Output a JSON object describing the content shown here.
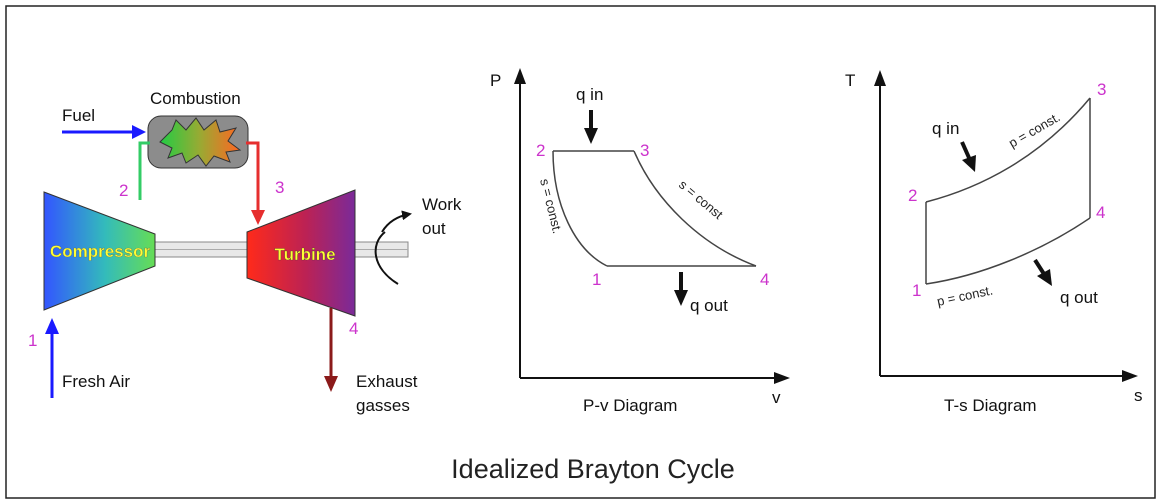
{
  "title": "Idealized Brayton Cycle",
  "engine": {
    "fuel": "Fuel",
    "combustion": "Combustion",
    "compressor": "Compressor",
    "turbine": "Turbine",
    "work_out_line1": "Work",
    "work_out_line2": "out",
    "fresh_air": "Fresh Air",
    "exhaust_line1": "Exhaust",
    "exhaust_line2": "gasses",
    "state_labels": [
      "1",
      "2",
      "3",
      "4"
    ]
  },
  "pv_diagram": {
    "caption": "P-v Diagram",
    "y_axis": "P",
    "x_axis": "v",
    "q_in": "q in",
    "q_out": "q out",
    "compression_label": "s = const.",
    "expansion_label": "s = const",
    "state_labels": [
      "1",
      "2",
      "3",
      "4"
    ]
  },
  "ts_diagram": {
    "caption": "T-s Diagram",
    "y_axis": "T",
    "x_axis": "s",
    "q_in": "q in",
    "q_out": "q out",
    "high_pressure_label": "p = const.",
    "low_pressure_label": "p = const.",
    "state_labels": [
      "1",
      "2",
      "3",
      "4"
    ]
  },
  "colors": {
    "state_label": "#cc33cc",
    "fuel_arrow": "#1a1aff",
    "air_arrow": "#1a1aff",
    "combustor_to_turbine": "#e62e2e",
    "compressor_to_combustor": "#33cc66",
    "exhaust_arrow": "#8b1a1a",
    "compressor_label": "#ffff33",
    "turbine_label": "#ffff33"
  }
}
